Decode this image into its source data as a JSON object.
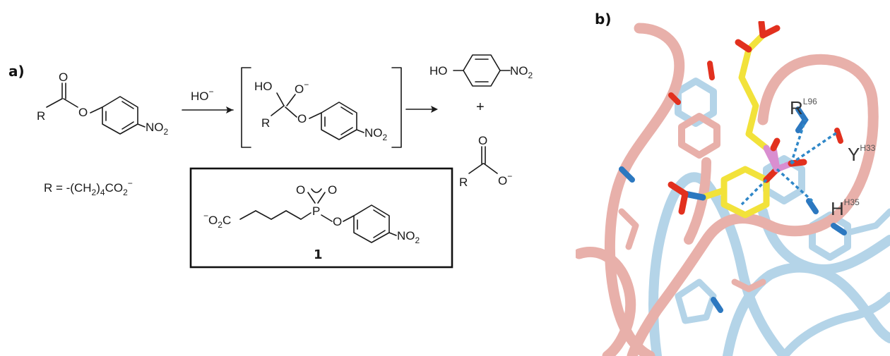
{
  "panels": {
    "a": "a)",
    "b": "b)"
  },
  "reagent": {
    "base": "HO",
    "charge": "−"
  },
  "labels": {
    "R": "R",
    "O": "O",
    "HO": "HO",
    "O_minus": "O",
    "NO": "NO",
    "sub2": "2",
    "minus": "−",
    "plus": "+",
    "P": "P",
    "CO2": "CO",
    "r_def_prefix": "R = -(CH",
    "r_def_mid": ")",
    "r_def_4": "4",
    "r_def_co": "CO",
    "compound_number": "1"
  },
  "residues": [
    {
      "name": "R",
      "sup": "L96"
    },
    {
      "name": "Y",
      "sup": "H33"
    },
    {
      "name": "H",
      "sup": "H35"
    }
  ],
  "colors": {
    "pink_ribbon": "#e8b0aa",
    "blue_ribbon": "#b4d4e8",
    "hbond": "#2f87c8",
    "ligand": "#f2e23a",
    "oxygen": "#e2301e",
    "nitrogen": "#2c78c0",
    "phosphorus": "#d98ed0"
  }
}
